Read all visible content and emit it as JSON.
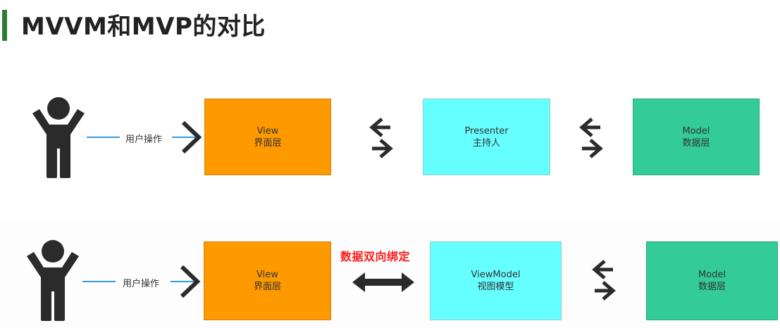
{
  "title": "MVVM和MVP的对比",
  "colors": {
    "accent_bar": "#2e7d32",
    "view_box": "#ff9900",
    "middle_box": "#66ffff",
    "model_box": "#33cc99",
    "connector_line": "#3a9ad9",
    "binding_text": "#ff1a1a"
  },
  "mvp_row": {
    "user_action": "用户操作",
    "view": {
      "name": "View",
      "desc": "界面层"
    },
    "presenter": {
      "name": "Presenter",
      "desc": "主持人"
    },
    "model": {
      "name": "Model",
      "desc": "数据层"
    },
    "icons": [
      "person-icon",
      "arrow-right-icon",
      "bidirectional-arrows-icon",
      "bidirectional-arrows-icon"
    ]
  },
  "mvvm_row": {
    "user_action": "用户操作",
    "binding_label": "数据双向绑定",
    "view": {
      "name": "View",
      "desc": "界面层"
    },
    "viewmodel": {
      "name": "ViewModel",
      "desc": "视图模型"
    },
    "model": {
      "name": "Model",
      "desc": "数据层"
    },
    "icons": [
      "person-icon",
      "arrow-right-icon",
      "double-headed-arrow-icon",
      "bidirectional-arrows-icon"
    ]
  }
}
